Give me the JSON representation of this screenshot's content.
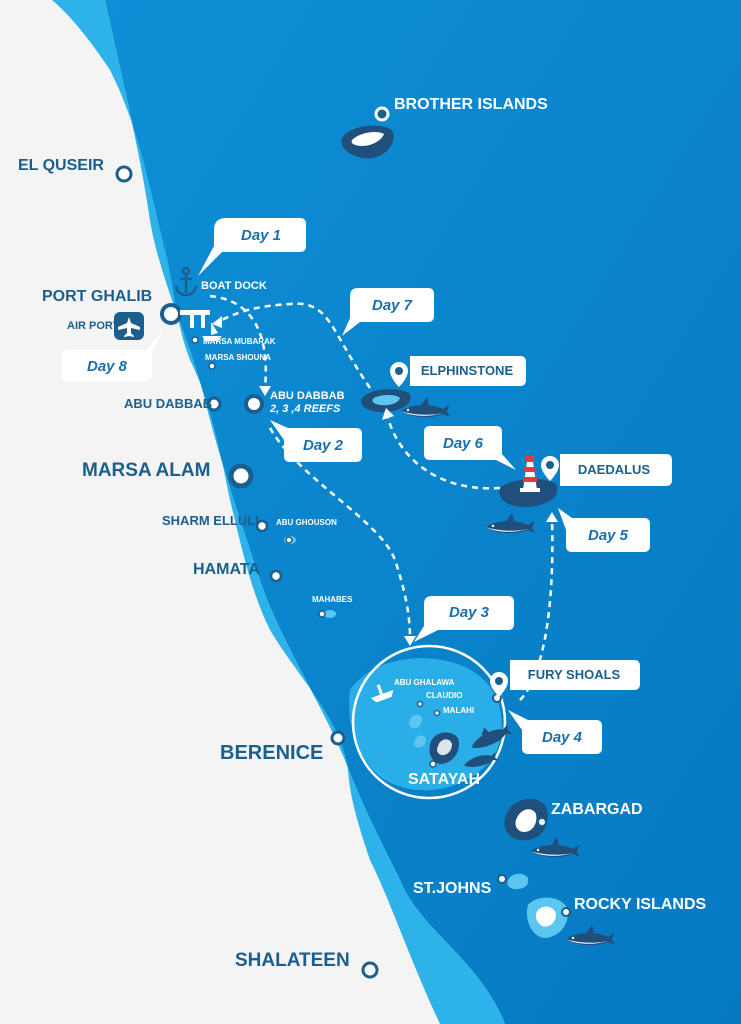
{
  "places": {
    "brother_islands": "BROTHER ISLANDS",
    "el_quseir": "EL QUSEIR",
    "port_ghalib": "PORT GHALIB",
    "air_port": "AIR PORT",
    "boat_dock": "BOAT DOCK",
    "marsa_mubarak": "MARSA MUBARAK",
    "marsa_shouna": "MARSA SHOUNA",
    "abu_dabbab": "ABU DABBAB",
    "abu_dabbab_reef_title": "ABU DABBAB",
    "abu_dabbab_reefs": "2, 3 ,4 REEFS",
    "marsa_alam": "MARSA ALAM",
    "sharm_elluli": "SHARM ELLULI",
    "abu_ghouson": "ABU GHOUSON",
    "hamata": "HAMATA",
    "mahabes": "MAHABES",
    "abu_ghalawa": "ABU GHALAWA",
    "claudio": "CLAUDIO",
    "malahi": "MALAHI",
    "satayah": "SATAYAH",
    "berenice": "BERENICE",
    "zabargad": "ZABARGAD",
    "st_johns": "ST.JOHNS",
    "rocky_islands": "ROCKY ISLANDS",
    "shalateen": "SHALATEEN",
    "elphinstone": "ELPHINSTONE",
    "daedalus": "DAEDALUS",
    "fury_shoals": "FURY SHOALS"
  },
  "days": {
    "day1": "Day 1",
    "day2": "Day 2",
    "day3": "Day 3",
    "day4": "Day 4",
    "day5": "Day 5",
    "day6": "Day 6",
    "day7": "Day 7",
    "day8": "Day 8"
  },
  "colors": {
    "land": "#f4f4f4",
    "coastal_sea": "#29aee6",
    "deep_sea": "#0a84cc",
    "label_dark": "#1a5f8e",
    "callout_text": "#1a6fae",
    "marker": "#1a5f8e"
  },
  "icons": [
    "anchor-icon",
    "airplane-icon",
    "lighthouse-icon",
    "shark-icon",
    "dolphin-icon",
    "boat-icon",
    "map-pin-icon"
  ]
}
